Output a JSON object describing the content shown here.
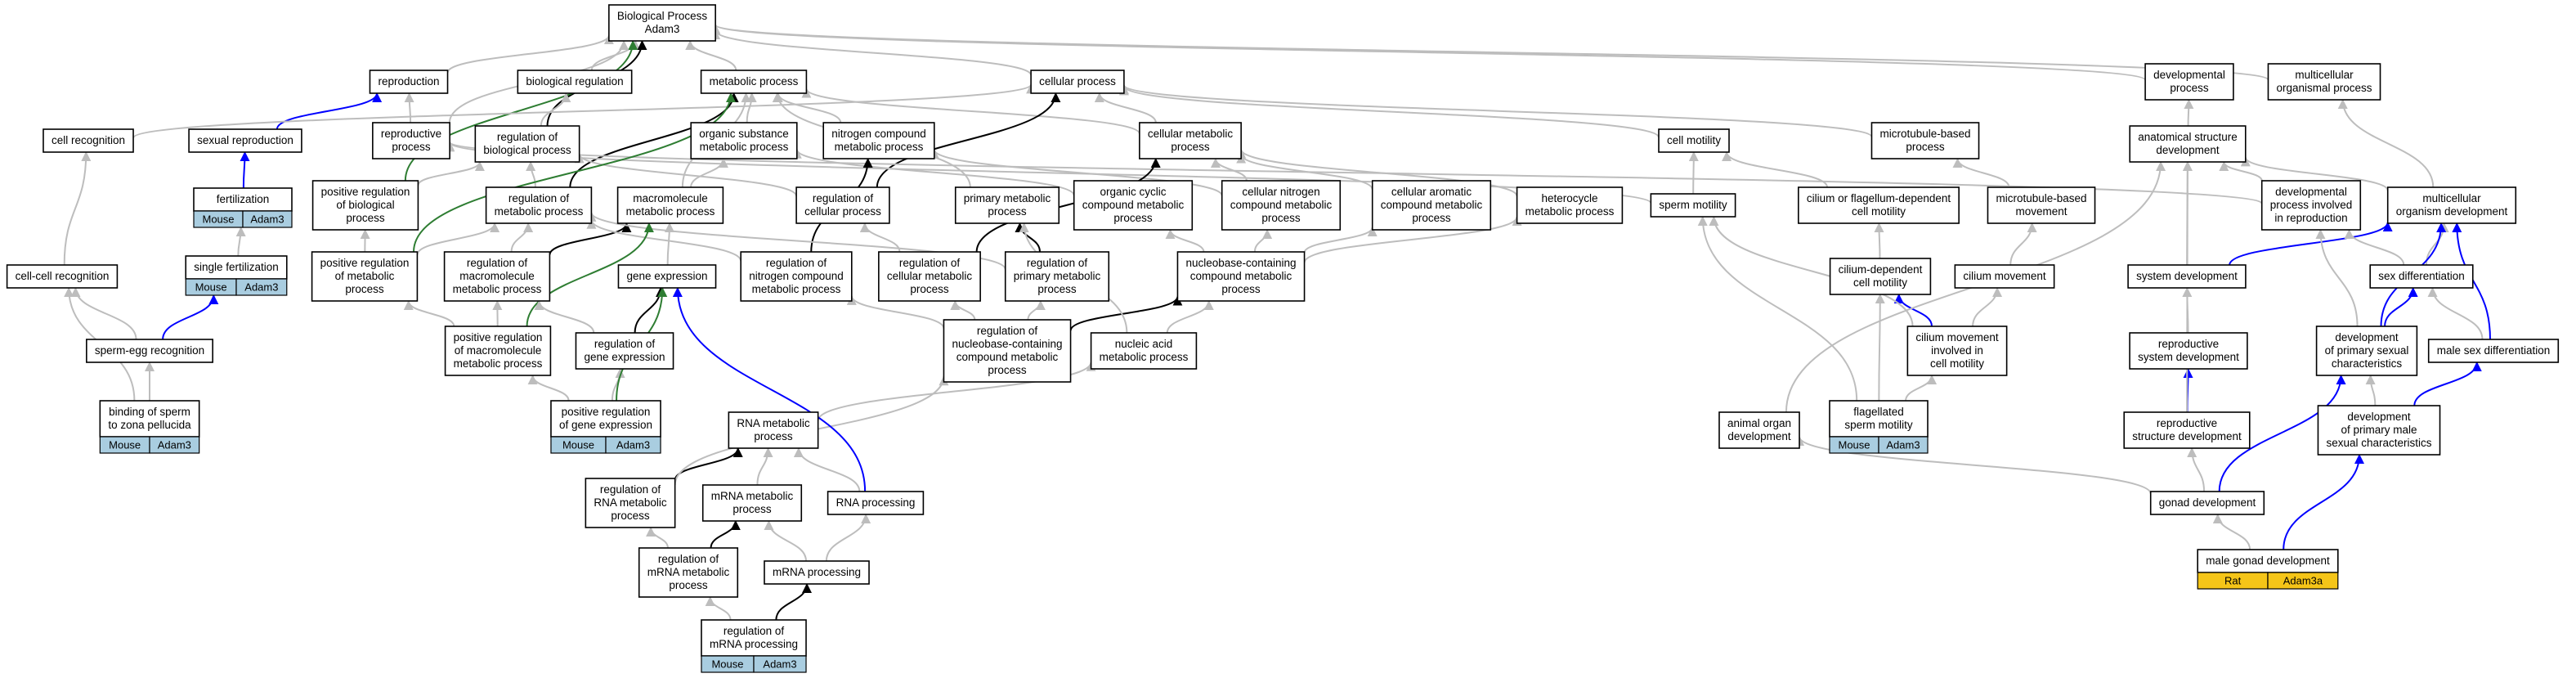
{
  "colors": {
    "is_a": "#bdbdbd",
    "regulates": "#000000",
    "positively_regulates": "#2e7d32",
    "annotation": "#0000ff",
    "mouse_badge": "#a9cde0",
    "rat_badge": "#f5c518"
  },
  "nodes": [
    {
      "id": "bp",
      "label": [
        "Biological Process",
        "Adam3"
      ]
    },
    {
      "id": "reproduction",
      "label": [
        "reproduction"
      ]
    },
    {
      "id": "bioreg",
      "label": [
        "biological regulation"
      ]
    },
    {
      "id": "metab",
      "label": [
        "metabolic process"
      ]
    },
    {
      "id": "cellproc",
      "label": [
        "cellular process"
      ]
    },
    {
      "id": "devproc",
      "label": [
        "developmental",
        "process"
      ]
    },
    {
      "id": "multiproc",
      "label": [
        "multicellular",
        "organismal process"
      ]
    },
    {
      "id": "cellrecog",
      "label": [
        "cell recognition"
      ]
    },
    {
      "id": "sexrepro",
      "label": [
        "sexual reproduction"
      ]
    },
    {
      "id": "reproproc",
      "label": [
        "reproductive",
        "process"
      ]
    },
    {
      "id": "regbio",
      "label": [
        "regulation of",
        "biological process"
      ]
    },
    {
      "id": "orgsub",
      "label": [
        "organic substance",
        "metabolic process"
      ]
    },
    {
      "id": "nitro",
      "label": [
        "nitrogen compound",
        "metabolic process"
      ]
    },
    {
      "id": "cellmetab",
      "label": [
        "cellular metabolic",
        "process"
      ]
    },
    {
      "id": "cellmot",
      "label": [
        "cell motility"
      ]
    },
    {
      "id": "microproc",
      "label": [
        "microtubule-based",
        "process"
      ]
    },
    {
      "id": "anatdev",
      "label": [
        "anatomical structure",
        "development"
      ]
    },
    {
      "id": "fert",
      "label": [
        "fertilization"
      ],
      "badge": [
        "Mouse",
        "Adam3"
      ]
    },
    {
      "id": "posregbio",
      "label": [
        "positive regulation",
        "of biological",
        "process"
      ]
    },
    {
      "id": "regmetab",
      "label": [
        "regulation of",
        "metabolic process"
      ]
    },
    {
      "id": "macromol",
      "label": [
        "macromolecule",
        "metabolic process"
      ]
    },
    {
      "id": "regcell",
      "label": [
        "regulation of",
        "cellular process"
      ]
    },
    {
      "id": "primmetab",
      "label": [
        "primary metabolic",
        "process"
      ]
    },
    {
      "id": "orgcyc",
      "label": [
        "organic cyclic",
        "compound metabolic",
        "process"
      ]
    },
    {
      "id": "cellnitro",
      "label": [
        "cellular nitrogen",
        "compound metabolic",
        "process"
      ]
    },
    {
      "id": "cellarom",
      "label": [
        "cellular aromatic",
        "compound metabolic",
        "process"
      ]
    },
    {
      "id": "hetero",
      "label": [
        "heterocycle",
        "metabolic process"
      ]
    },
    {
      "id": "spermmot",
      "label": [
        "sperm motility"
      ]
    },
    {
      "id": "cilium",
      "label": [
        "cilium or flagellum-dependent",
        "cell motility"
      ]
    },
    {
      "id": "micromove",
      "label": [
        "microtubule-based",
        "movement"
      ]
    },
    {
      "id": "devrepro",
      "label": [
        "developmental",
        "process involved",
        "in reproduction"
      ]
    },
    {
      "id": "multidev",
      "label": [
        "multicellular",
        "organism development"
      ]
    },
    {
      "id": "cellcell",
      "label": [
        "cell-cell recognition"
      ]
    },
    {
      "id": "singlefert",
      "label": [
        "single fertilization"
      ],
      "badge": [
        "Mouse",
        "Adam3"
      ]
    },
    {
      "id": "posregmetab",
      "label": [
        "positive regulation",
        "of metabolic",
        "process"
      ]
    },
    {
      "id": "regmacro",
      "label": [
        "regulation of",
        "macromolecule",
        "metabolic process"
      ]
    },
    {
      "id": "geneexp",
      "label": [
        "gene expression"
      ]
    },
    {
      "id": "regnitro",
      "label": [
        "regulation of",
        "nitrogen compound",
        "metabolic process"
      ]
    },
    {
      "id": "regcellmetab",
      "label": [
        "regulation of",
        "cellular metabolic",
        "process"
      ]
    },
    {
      "id": "regprim",
      "label": [
        "regulation of",
        "primary metabolic",
        "process"
      ]
    },
    {
      "id": "nucleobase",
      "label": [
        "nucleobase-containing",
        "compound metabolic",
        "process"
      ]
    },
    {
      "id": "ciliumdep",
      "label": [
        "cilium-dependent",
        "cell motility"
      ]
    },
    {
      "id": "ciliummove",
      "label": [
        "cilium movement"
      ]
    },
    {
      "id": "sysdev",
      "label": [
        "system development"
      ]
    },
    {
      "id": "sexdiff",
      "label": [
        "sex differentiation"
      ]
    },
    {
      "id": "spermegg",
      "label": [
        "sperm-egg recognition"
      ]
    },
    {
      "id": "posregmacro",
      "label": [
        "positive regulation",
        "of macromolecule",
        "metabolic process"
      ]
    },
    {
      "id": "reggene",
      "label": [
        "regulation of",
        "gene expression"
      ]
    },
    {
      "id": "regnucleo",
      "label": [
        "regulation of",
        "nucleobase-containing",
        "compound metabolic",
        "process"
      ]
    },
    {
      "id": "nucleic",
      "label": [
        "nucleic acid",
        "metabolic process"
      ]
    },
    {
      "id": "ciliummot",
      "label": [
        "cilium movement",
        "involved in",
        "cell motility"
      ]
    },
    {
      "id": "reprosys",
      "label": [
        "reproductive",
        "system development"
      ]
    },
    {
      "id": "devprimsex",
      "label": [
        "development",
        "of primary sexual",
        "characteristics"
      ]
    },
    {
      "id": "malesex",
      "label": [
        "male sex differentiation"
      ]
    },
    {
      "id": "bindsperm",
      "label": [
        "binding of sperm",
        "to zona pellucida"
      ],
      "badge": [
        "Mouse",
        "Adam3"
      ]
    },
    {
      "id": "posreggene",
      "label": [
        "positive regulation",
        "of gene expression"
      ],
      "badge": [
        "Mouse",
        "Adam3"
      ]
    },
    {
      "id": "rnametab",
      "label": [
        "RNA metabolic",
        "process"
      ]
    },
    {
      "id": "animorg",
      "label": [
        "animal organ",
        "development"
      ]
    },
    {
      "id": "flagsperm",
      "label": [
        "flagellated",
        "sperm motility"
      ],
      "badge": [
        "Mouse",
        "Adam3"
      ]
    },
    {
      "id": "reprostruct",
      "label": [
        "reproductive",
        "structure development"
      ]
    },
    {
      "id": "devprimmale",
      "label": [
        "development",
        "of primary male",
        "sexual characteristics"
      ]
    },
    {
      "id": "regrna",
      "label": [
        "regulation of",
        "RNA metabolic",
        "process"
      ]
    },
    {
      "id": "mrnametab",
      "label": [
        "mRNA metabolic",
        "process"
      ]
    },
    {
      "id": "rnaproc",
      "label": [
        "RNA processing"
      ]
    },
    {
      "id": "gonad",
      "label": [
        "gonad development"
      ]
    },
    {
      "id": "regmrna",
      "label": [
        "regulation of",
        "mRNA metabolic",
        "process"
      ]
    },
    {
      "id": "mrnaproc",
      "label": [
        "mRNA processing"
      ]
    },
    {
      "id": "malegonad",
      "label": [
        "male gonad development"
      ],
      "badge": [
        "Rat",
        "Adam3a"
      ]
    },
    {
      "id": "regmrnaproc",
      "label": [
        "regulation of",
        "mRNA processing"
      ],
      "badge": [
        "Mouse",
        "Adam3"
      ]
    }
  ],
  "edges": [
    [
      "reproduction",
      "bp",
      "is_a"
    ],
    [
      "bioreg",
      "bp",
      "is_a"
    ],
    [
      "metab",
      "bp",
      "is_a"
    ],
    [
      "cellproc",
      "bp",
      "is_a"
    ],
    [
      "devproc",
      "bp",
      "is_a"
    ],
    [
      "multiproc",
      "bp",
      "is_a"
    ],
    [
      "regbio",
      "bp",
      "regulates"
    ],
    [
      "posregbio",
      "bp",
      "positively_regulates"
    ],
    [
      "sexrepro",
      "reproduction",
      "annotation"
    ],
    [
      "reproproc",
      "reproduction",
      "is_a"
    ],
    [
      "reproproc",
      "bp",
      "is_a"
    ],
    [
      "regbio",
      "bioreg",
      "is_a"
    ],
    [
      "orgsub",
      "metab",
      "is_a"
    ],
    [
      "nitro",
      "metab",
      "is_a"
    ],
    [
      "cellmetab",
      "metab",
      "is_a"
    ],
    [
      "cellmetab",
      "cellproc",
      "is_a"
    ],
    [
      "cellmot",
      "cellproc",
      "is_a"
    ],
    [
      "microproc",
      "cellproc",
      "is_a"
    ],
    [
      "anatdev",
      "devproc",
      "is_a"
    ],
    [
      "cellrecog",
      "cellproc",
      "is_a"
    ],
    [
      "fert",
      "sexrepro",
      "annotation"
    ],
    [
      "posregbio",
      "regbio",
      "is_a"
    ],
    [
      "regmetab",
      "regbio",
      "is_a"
    ],
    [
      "regmetab",
      "metab",
      "regulates"
    ],
    [
      "macromol",
      "orgsub",
      "is_a"
    ],
    [
      "macromol",
      "metab",
      "is_a"
    ],
    [
      "regcell",
      "regbio",
      "is_a"
    ],
    [
      "regcell",
      "cellproc",
      "regulates"
    ],
    [
      "primmetab",
      "metab",
      "is_a"
    ],
    [
      "orgcyc",
      "orgsub",
      "is_a"
    ],
    [
      "cellnitro",
      "nitro",
      "is_a"
    ],
    [
      "cellnitro",
      "cellmetab",
      "is_a"
    ],
    [
      "cellarom",
      "cellmetab",
      "is_a"
    ],
    [
      "hetero",
      "cellmetab",
      "is_a"
    ],
    [
      "spermmot",
      "cellmot",
      "is_a"
    ],
    [
      "spermmot",
      "reproproc",
      "is_a"
    ],
    [
      "cilium",
      "cellmot",
      "is_a"
    ],
    [
      "micromove",
      "microproc",
      "is_a"
    ],
    [
      "devrepro",
      "reproproc",
      "is_a"
    ],
    [
      "devrepro",
      "anatdev",
      "is_a"
    ],
    [
      "multidev",
      "anatdev",
      "is_a"
    ],
    [
      "multidev",
      "multiproc",
      "is_a"
    ],
    [
      "cellcell",
      "cellrecog",
      "is_a"
    ],
    [
      "singlefert",
      "fert",
      "is_a"
    ],
    [
      "posregmetab",
      "regmetab",
      "is_a"
    ],
    [
      "posregmetab",
      "posregbio",
      "is_a"
    ],
    [
      "posregmetab",
      "metab",
      "positively_regulates"
    ],
    [
      "regmacro",
      "regmetab",
      "is_a"
    ],
    [
      "regmacro",
      "macromol",
      "regulates"
    ],
    [
      "geneexp",
      "macromol",
      "is_a"
    ],
    [
      "regnitro",
      "regmetab",
      "is_a"
    ],
    [
      "regnitro",
      "nitro",
      "regulates"
    ],
    [
      "regcellmetab",
      "regcell",
      "is_a"
    ],
    [
      "regcellmetab",
      "cellmetab",
      "regulates"
    ],
    [
      "regprim",
      "primmetab",
      "regulates"
    ],
    [
      "regprim",
      "regmetab",
      "is_a"
    ],
    [
      "nucleobase",
      "cellnitro",
      "is_a"
    ],
    [
      "nucleobase",
      "cellarom",
      "is_a"
    ],
    [
      "nucleobase",
      "hetero",
      "is_a"
    ],
    [
      "nucleobase",
      "orgcyc",
      "is_a"
    ],
    [
      "ciliumdep",
      "cilium",
      "is_a"
    ],
    [
      "ciliummove",
      "micromove",
      "is_a"
    ],
    [
      "sysdev",
      "anatdev",
      "is_a"
    ],
    [
      "sysdev",
      "multidev",
      "annotation"
    ],
    [
      "sexdiff",
      "multidev",
      "is_a"
    ],
    [
      "sexdiff",
      "devrepro",
      "is_a"
    ],
    [
      "spermegg",
      "cellcell",
      "is_a"
    ],
    [
      "spermegg",
      "singlefert",
      "annotation"
    ],
    [
      "posregmacro",
      "regmacro",
      "is_a"
    ],
    [
      "posregmacro",
      "posregmetab",
      "is_a"
    ],
    [
      "posregmacro",
      "macromol",
      "positively_regulates"
    ],
    [
      "reggene",
      "regmacro",
      "is_a"
    ],
    [
      "reggene",
      "geneexp",
      "regulates"
    ],
    [
      "regnucleo",
      "regnitro",
      "is_a"
    ],
    [
      "regnucleo",
      "regprim",
      "is_a"
    ],
    [
      "regnucleo",
      "regcellmetab",
      "is_a"
    ],
    [
      "regnucleo",
      "nucleobase",
      "regulates"
    ],
    [
      "nucleic",
      "nucleobase",
      "is_a"
    ],
    [
      "nucleic",
      "primmetab",
      "is_a"
    ],
    [
      "ciliummot",
      "ciliumdep",
      "annotation"
    ],
    [
      "ciliummot",
      "ciliummove",
      "is_a"
    ],
    [
      "reprosys",
      "sysdev",
      "is_a"
    ],
    [
      "devprimsex",
      "sexdiff",
      "annotation"
    ],
    [
      "devprimsex",
      "multidev",
      "annotation"
    ],
    [
      "devprimsex",
      "devrepro",
      "is_a"
    ],
    [
      "malesex",
      "sexdiff",
      "is_a"
    ],
    [
      "malesex",
      "multidev",
      "annotation"
    ],
    [
      "bindsperm",
      "spermegg",
      "is_a"
    ],
    [
      "posreggene",
      "reggene",
      "is_a"
    ],
    [
      "posreggene",
      "geneexp",
      "positively_regulates"
    ],
    [
      "posreggene",
      "posregmacro",
      "is_a"
    ],
    [
      "rnametab",
      "nucleic",
      "is_a"
    ],
    [
      "animorg",
      "anatdev",
      "is_a"
    ],
    [
      "flagsperm",
      "ciliumdep",
      "is_a"
    ],
    [
      "flagsperm",
      "ciliummot",
      "is_a"
    ],
    [
      "flagsperm",
      "spermmot",
      "is_a"
    ],
    [
      "reprostruct",
      "reprosys",
      "annotation"
    ],
    [
      "reprostruct",
      "anatdev",
      "is_a"
    ],
    [
      "devprimmale",
      "devprimsex",
      "is_a"
    ],
    [
      "devprimmale",
      "malesex",
      "annotation"
    ],
    [
      "regrna",
      "rnametab",
      "regulates"
    ],
    [
      "regrna",
      "regnucleo",
      "is_a"
    ],
    [
      "mrnametab",
      "rnametab",
      "is_a"
    ],
    [
      "rnaproc",
      "rnametab",
      "is_a"
    ],
    [
      "rnaproc",
      "geneexp",
      "annotation"
    ],
    [
      "gonad",
      "animorg",
      "is_a"
    ],
    [
      "gonad",
      "reprostruct",
      "is_a"
    ],
    [
      "gonad",
      "devprimsex",
      "annotation"
    ],
    [
      "regmrna",
      "regrna",
      "is_a"
    ],
    [
      "regmrna",
      "mrnametab",
      "regulates"
    ],
    [
      "mrnaproc",
      "mrnametab",
      "is_a"
    ],
    [
      "mrnaproc",
      "rnaproc",
      "is_a"
    ],
    [
      "malegonad",
      "gonad",
      "is_a"
    ],
    [
      "malegonad",
      "devprimmale",
      "annotation"
    ],
    [
      "regmrnaproc",
      "regmrna",
      "is_a"
    ],
    [
      "regmrnaproc",
      "mrnaproc",
      "regulates"
    ],
    [
      "bindsperm",
      "cellcell",
      "is_a"
    ],
    [
      "ciliummot",
      "spermmot",
      "is_a"
    ]
  ]
}
